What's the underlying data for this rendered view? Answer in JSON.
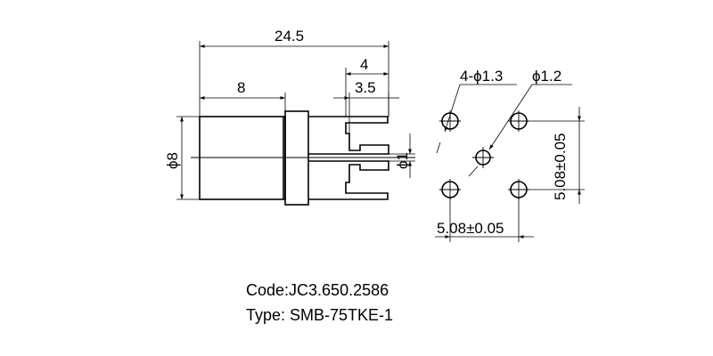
{
  "dimensions": {
    "overall_length": "24.5",
    "body_length": "8",
    "pin_length": "4",
    "pin_inner": "3.5",
    "body_diameter": "ϕ8",
    "center_pin_diameter": "ϕ1",
    "mount_holes": "4-ϕ1.3",
    "center_hole": "ϕ1.2",
    "spacing_horizontal": "5.08±0.05",
    "spacing_vertical": "5.08±0.05"
  },
  "caption": {
    "code": "Code:JC3.650.2586",
    "type": "Type: SMB-75TKE-1"
  }
}
